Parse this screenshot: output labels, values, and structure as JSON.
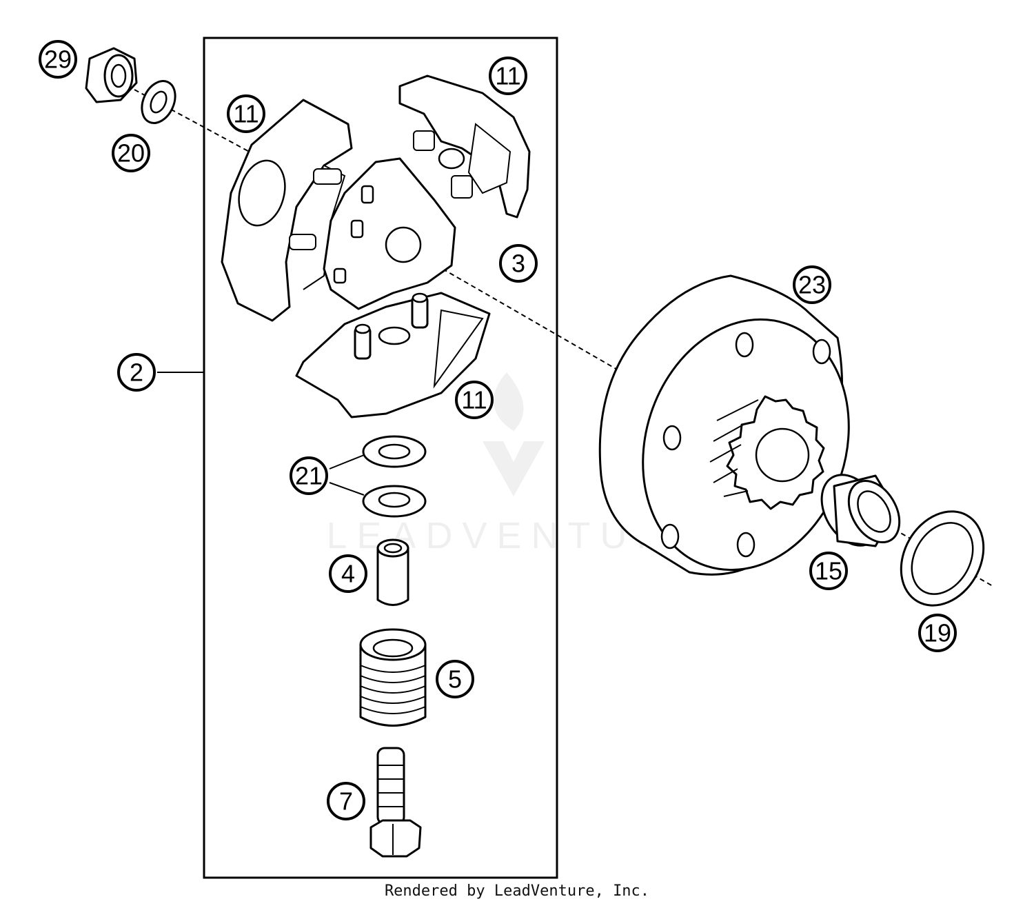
{
  "diagram": {
    "callouts": {
      "c29": "29",
      "c20": "20",
      "c11a": "11",
      "c11b": "11",
      "c11c": "11",
      "c3": "3",
      "c23": "23",
      "c2": "2",
      "c21": "21",
      "c4": "4",
      "c5": "5",
      "c7": "7",
      "c15": "15",
      "c19": "19"
    },
    "watermark": "LEADVENTURE"
  },
  "footer": {
    "credit": "Rendered by LeadVenture, Inc."
  }
}
